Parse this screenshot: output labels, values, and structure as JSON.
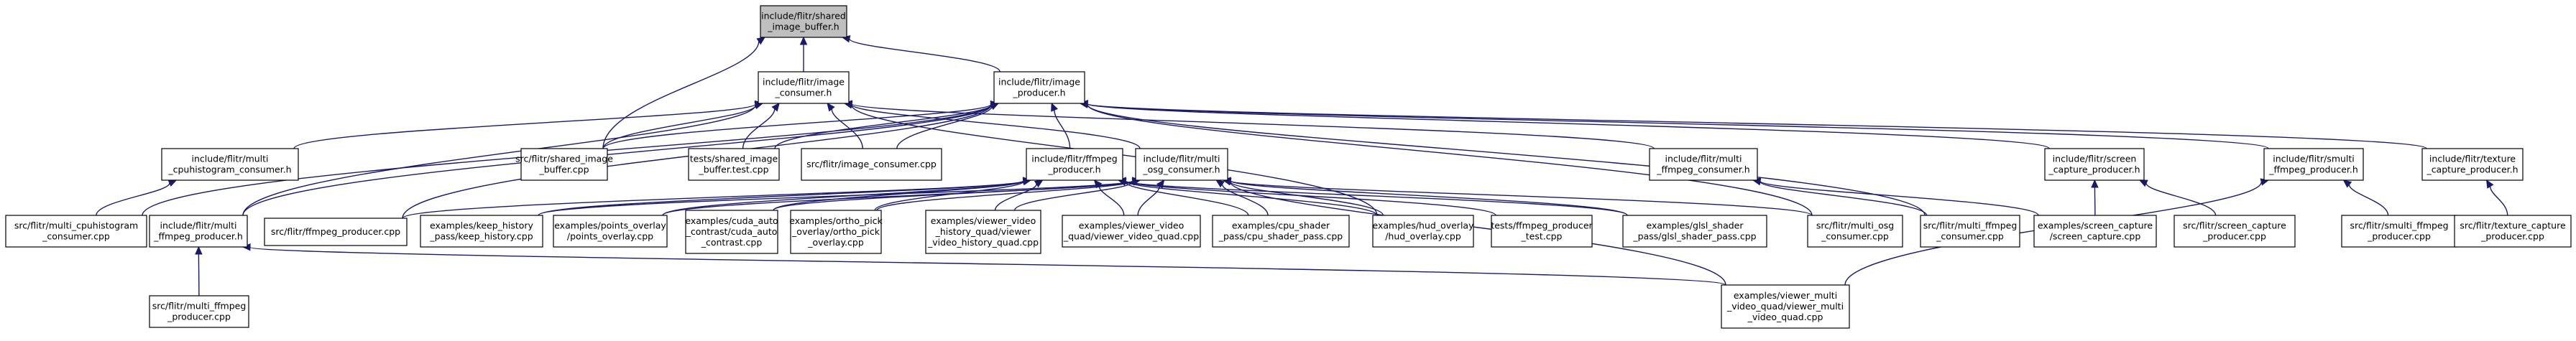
{
  "graph": {
    "nodes": {
      "shared_image_buffer_h": {
        "lines": [
          "include/flitr/shared",
          "_image_buffer.h"
        ],
        "current": true
      },
      "image_consumer_h": {
        "lines": [
          "include/flitr/image",
          "_consumer.h"
        ]
      },
      "image_producer_h": {
        "lines": [
          "include/flitr/image",
          "_producer.h"
        ]
      },
      "multi_cpuhistogram_consumer_h": {
        "lines": [
          "include/flitr/multi",
          "_cpuhistogram_consumer.h"
        ]
      },
      "shared_image_buffer_cpp": {
        "lines": [
          "src/flitr/shared_image",
          "_buffer.cpp"
        ]
      },
      "shared_image_buffer_test_cpp": {
        "lines": [
          "tests/shared_image",
          "_buffer.test.cpp"
        ]
      },
      "image_consumer_cpp": {
        "lines": [
          "src/flitr/image_consumer.cpp"
        ]
      },
      "ffmpeg_producer_h": {
        "lines": [
          "include/flitr/ffmpeg",
          "_producer.h"
        ]
      },
      "multi_osg_consumer_h": {
        "lines": [
          "include/flitr/multi",
          "_osg_consumer.h"
        ]
      },
      "multi_ffmpeg_consumer_h": {
        "lines": [
          "include/flitr/multi",
          "_ffmpeg_consumer.h"
        ]
      },
      "screen_capture_producer_h": {
        "lines": [
          "include/flitr/screen",
          "_capture_producer.h"
        ]
      },
      "smulti_ffmpeg_producer_h": {
        "lines": [
          "include/flitr/smulti",
          "_ffmpeg_producer.h"
        ]
      },
      "texture_capture_producer_h": {
        "lines": [
          "include/flitr/texture",
          "_capture_producer.h"
        ]
      },
      "multi_cpuhistogram_consumer_cpp": {
        "lines": [
          "src/flitr/multi_cpuhistogram",
          "_consumer.cpp"
        ]
      },
      "multi_ffmpeg_producer_h": {
        "lines": [
          "include/flitr/multi",
          "_ffmpeg_producer.h"
        ]
      },
      "ffmpeg_producer_cpp": {
        "lines": [
          "src/flitr/ffmpeg_producer.cpp"
        ]
      },
      "keep_history_cpp": {
        "lines": [
          "examples/keep_history",
          "_pass/keep_history.cpp"
        ]
      },
      "points_overlay_cpp": {
        "lines": [
          "examples/points_overlay",
          "/points_overlay.cpp"
        ]
      },
      "cuda_auto_contrast_cpp": {
        "lines": [
          "examples/cuda_auto",
          "_contrast/cuda_auto",
          "_contrast.cpp"
        ]
      },
      "ortho_pick_overlay_cpp": {
        "lines": [
          "examples/ortho_pick",
          "_overlay/ortho_pick",
          "_overlay.cpp"
        ]
      },
      "viewer_video_history_quad_cpp": {
        "lines": [
          "examples/viewer_video",
          "_history_quad/viewer",
          "_video_history_quad.cpp"
        ]
      },
      "viewer_video_quad_cpp": {
        "lines": [
          "examples/viewer_video",
          "_quad/viewer_video_quad.cpp"
        ]
      },
      "cpu_shader_pass_cpp": {
        "lines": [
          "examples/cpu_shader",
          "_pass/cpu_shader_pass.cpp"
        ]
      },
      "hud_overlay_cpp": {
        "lines": [
          "examples/hud_overlay",
          "/hud_overlay.cpp"
        ]
      },
      "ffmpeg_producer_test_cpp": {
        "lines": [
          "tests/ffmpeg_producer",
          "_test.cpp"
        ]
      },
      "glsl_shader_pass_cpp": {
        "lines": [
          "examples/glsl_shader",
          "_pass/glsl_shader_pass.cpp"
        ]
      },
      "multi_osg_consumer_cpp": {
        "lines": [
          "src/flitr/multi_osg",
          "_consumer.cpp"
        ]
      },
      "multi_ffmpeg_consumer_cpp": {
        "lines": [
          "src/flitr/multi_ffmpeg",
          "_consumer.cpp"
        ]
      },
      "screen_capture_cpp": {
        "lines": [
          "examples/screen_capture",
          "/screen_capture.cpp"
        ]
      },
      "screen_capture_producer_cpp": {
        "lines": [
          "src/flitr/screen_capture",
          "_producer.cpp"
        ]
      },
      "smulti_ffmpeg_producer_cpp": {
        "lines": [
          "src/flitr/smulti_ffmpeg",
          "_producer.cpp"
        ]
      },
      "texture_capture_producer_cpp": {
        "lines": [
          "src/flitr/texture_capture",
          "_producer.cpp"
        ]
      },
      "multi_ffmpeg_producer_cpp": {
        "lines": [
          "src/flitr/multi_ffmpeg",
          "_producer.cpp"
        ]
      },
      "viewer_multi_video_quad_cpp": {
        "lines": [
          "examples/viewer_multi",
          "_video_quad/viewer_multi",
          "_video_quad.cpp"
        ]
      }
    },
    "edges": [
      [
        "image_consumer_h",
        "shared_image_buffer_h"
      ],
      [
        "image_producer_h",
        "shared_image_buffer_h"
      ],
      [
        "shared_image_buffer_cpp",
        "shared_image_buffer_h"
      ],
      [
        "multi_cpuhistogram_consumer_h",
        "image_consumer_h"
      ],
      [
        "shared_image_buffer_cpp",
        "image_consumer_h"
      ],
      [
        "shared_image_buffer_test_cpp",
        "image_consumer_h"
      ],
      [
        "image_consumer_cpp",
        "image_consumer_h"
      ],
      [
        "multi_osg_consumer_h",
        "image_consumer_h"
      ],
      [
        "multi_ffmpeg_consumer_h",
        "image_consumer_h"
      ],
      [
        "multi_ffmpeg_producer_h",
        "image_consumer_h"
      ],
      [
        "hud_overlay_cpp",
        "image_consumer_h"
      ],
      [
        "shared_image_buffer_cpp",
        "image_producer_h"
      ],
      [
        "shared_image_buffer_test_cpp",
        "image_producer_h"
      ],
      [
        "image_consumer_cpp",
        "image_producer_h"
      ],
      [
        "ffmpeg_producer_h",
        "image_producer_h"
      ],
      [
        "multi_ffmpeg_producer_h",
        "image_producer_h"
      ],
      [
        "multi_cpuhistogram_consumer_cpp",
        "image_producer_h"
      ],
      [
        "ffmpeg_producer_cpp",
        "image_producer_h"
      ],
      [
        "screen_capture_producer_h",
        "image_producer_h"
      ],
      [
        "smulti_ffmpeg_producer_h",
        "image_producer_h"
      ],
      [
        "texture_capture_producer_h",
        "image_producer_h"
      ],
      [
        "multi_osg_consumer_cpp",
        "image_producer_h"
      ],
      [
        "multi_ffmpeg_consumer_cpp",
        "image_producer_h"
      ],
      [
        "multi_cpuhistogram_consumer_cpp",
        "multi_cpuhistogram_consumer_h"
      ],
      [
        "ffmpeg_producer_cpp",
        "ffmpeg_producer_h"
      ],
      [
        "keep_history_cpp",
        "ffmpeg_producer_h"
      ],
      [
        "points_overlay_cpp",
        "ffmpeg_producer_h"
      ],
      [
        "cuda_auto_contrast_cpp",
        "ffmpeg_producer_h"
      ],
      [
        "ortho_pick_overlay_cpp",
        "ffmpeg_producer_h"
      ],
      [
        "viewer_video_history_quad_cpp",
        "ffmpeg_producer_h"
      ],
      [
        "viewer_video_quad_cpp",
        "ffmpeg_producer_h"
      ],
      [
        "cpu_shader_pass_cpp",
        "ffmpeg_producer_h"
      ],
      [
        "hud_overlay_cpp",
        "ffmpeg_producer_h"
      ],
      [
        "ffmpeg_producer_test_cpp",
        "ffmpeg_producer_h"
      ],
      [
        "glsl_shader_pass_cpp",
        "ffmpeg_producer_h"
      ],
      [
        "keep_history_cpp",
        "multi_osg_consumer_h"
      ],
      [
        "points_overlay_cpp",
        "multi_osg_consumer_h"
      ],
      [
        "cuda_auto_contrast_cpp",
        "multi_osg_consumer_h"
      ],
      [
        "ortho_pick_overlay_cpp",
        "multi_osg_consumer_h"
      ],
      [
        "viewer_video_history_quad_cpp",
        "multi_osg_consumer_h"
      ],
      [
        "viewer_video_quad_cpp",
        "multi_osg_consumer_h"
      ],
      [
        "cpu_shader_pass_cpp",
        "multi_osg_consumer_h"
      ],
      [
        "hud_overlay_cpp",
        "multi_osg_consumer_h"
      ],
      [
        "glsl_shader_pass_cpp",
        "multi_osg_consumer_h"
      ],
      [
        "multi_osg_consumer_cpp",
        "multi_osg_consumer_h"
      ],
      [
        "viewer_multi_video_quad_cpp",
        "multi_osg_consumer_h"
      ],
      [
        "multi_ffmpeg_consumer_cpp",
        "multi_ffmpeg_consumer_h"
      ],
      [
        "screen_capture_cpp",
        "multi_ffmpeg_consumer_h"
      ],
      [
        "screen_capture_cpp",
        "screen_capture_producer_h"
      ],
      [
        "screen_capture_producer_cpp",
        "screen_capture_producer_h"
      ],
      [
        "smulti_ffmpeg_producer_cpp",
        "smulti_ffmpeg_producer_h"
      ],
      [
        "viewer_multi_video_quad_cpp",
        "smulti_ffmpeg_producer_h"
      ],
      [
        "texture_capture_producer_cpp",
        "texture_capture_producer_h"
      ],
      [
        "multi_ffmpeg_producer_cpp",
        "multi_ffmpeg_producer_h"
      ],
      [
        "viewer_multi_video_quad_cpp",
        "multi_ffmpeg_producer_h"
      ]
    ]
  }
}
